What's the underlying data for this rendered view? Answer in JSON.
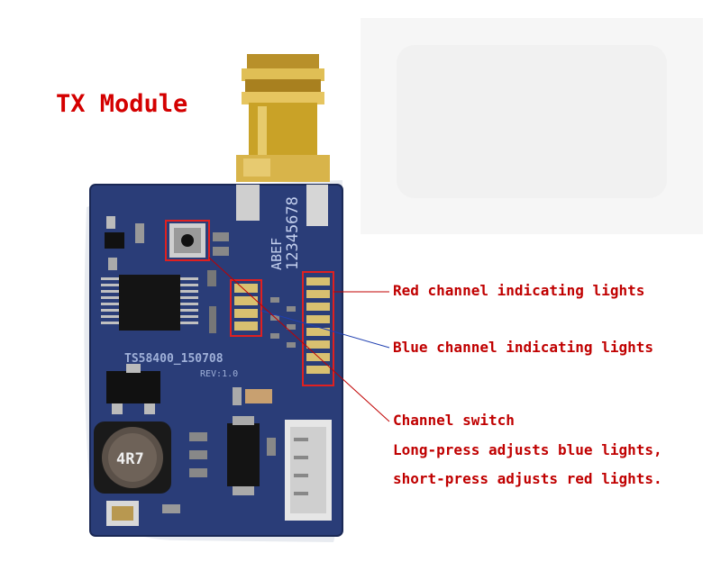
{
  "title": "TX Module",
  "board": {
    "silk_model": "TS58400_150708",
    "silk_rev": "REV:1.0",
    "silk_letters": "ABEF",
    "silk_digits": "12345678",
    "inductor_label": "4R7"
  },
  "annotations": {
    "red_lights": "Red channel indicating lights",
    "blue_lights": "Blue channel indicating lights",
    "switch_title": "Channel switch",
    "switch_long": "Long-press adjusts blue lights,",
    "switch_short": "short-press adjusts red lights."
  },
  "colors": {
    "title": "#d40000",
    "label": "#c00000",
    "board": "#2a3d78",
    "gold": "#c9a227",
    "led_highlight": "#e02020",
    "blue_line": "#1f3fb0"
  }
}
